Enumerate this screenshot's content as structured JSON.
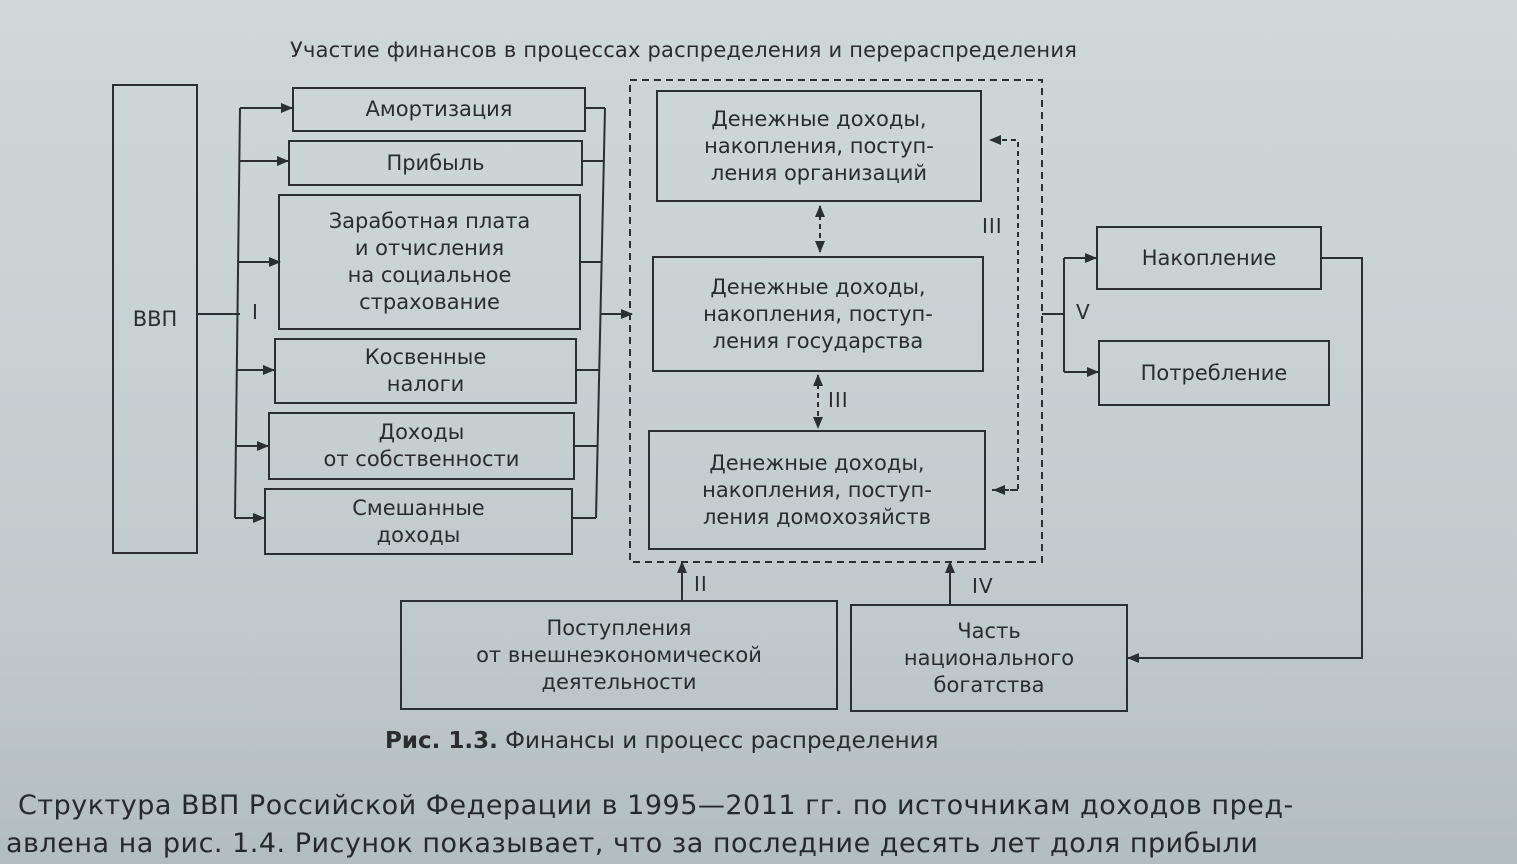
{
  "diagram": {
    "title": "Участие финансов в процессах распределения и перераспределения",
    "gdp_label": "ВВП",
    "gdp_components": [
      "Амортизация",
      "Прибыль",
      "Заработная плата\nи отчисления\nна социальное\nстрахование",
      "Косвенные\nналоги",
      "Доходы\nот собственности",
      "Смешанные\nдоходы"
    ],
    "sectors": {
      "organizations": "Денежные доходы,\nнакопления, поступ-\nления организаций",
      "state": "Денежные доходы,\nнакопления, поступ-\nления государства",
      "households": "Денежные доходы,\nнакопления, поступ-\nления домохозяйств"
    },
    "external_income": "Поступления\nот внешнеэкономической\nдеятельности",
    "national_wealth": "Часть\nнационального\nбогатства",
    "accumulation": "Накопление",
    "consumption": "Потребление",
    "roman": {
      "r1": "I",
      "r2": "II",
      "r3_right": "III",
      "r3_mid": "III",
      "r4": "IV",
      "r5": "V"
    }
  },
  "figure_caption": {
    "number": "Рис. 1.3.",
    "text": "Финансы и процесс распределения"
  },
  "body_text": {
    "line1": "Структура ВВП Российской Федерации в 1995—2011 гг. по источникам доходов пред-",
    "line2": "авлена на рис. 1.4. Рисунок показывает, что за последние десять лет доля прибыли"
  }
}
